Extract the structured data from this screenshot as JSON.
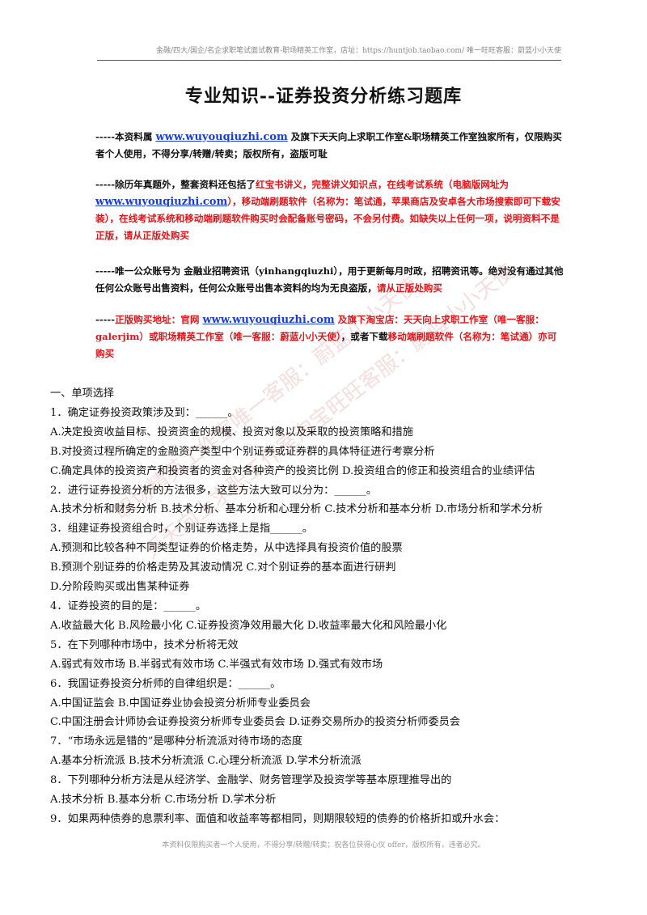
{
  "header": "金融/四大/国企/名企求职笔试面试教育-职场精英工作室，店址：https://huntjob.taobao.com/ 唯一旺旺客服：蔚蓝小小天使",
  "title": "专业知识--证券投资分析练习题库",
  "intro": {
    "p1_pre": "-----本资料属 ",
    "p1_link": "www.wuyouqiuzhi.com",
    "p1_post": " 及旗下天天向上求职工作室&职场精英工作室独家所有，仅限购买者个人使用，不得分享/转赠/转卖；版权所有，盗版可耻",
    "p2_pre": "-----除历年真题外，整套资料还包括了",
    "p2_red1": "红宝书讲义，完整讲义知识点，在线考试系统（电脑版网址为 ",
    "p2_link": "www.wuyouqiuzhi.com",
    "p2_red2": "），移动端刷题软件（名称为：笔试通，苹果商店及安卓各大市场搜索即可下载安装），在线考试系统和移动端刷题软件购买时会配备账号密码，不会另付费。如缺失以上任何一项，说明资料不是正版，请从正版处购买",
    "p3_pre": "-----唯一公众账号为 金融业招聘资讯（yinhangqiuzhi），用于更新每月时政，招聘资讯等。绝对没有通过其他任何公众账号出售资料，任何公众账号出售本资料的均为无良盗版，",
    "p3_red": "请从正版处购买",
    "p4_pre": "-----",
    "p4_red1": "正版购买地址：官网 ",
    "p4_link": "www.wuyouqiuzhi.com",
    "p4_red2": " 及旗下淘宝店：天天向上求职工作室（唯一客服：galerjim）或职场精英工作室（唯一客服：蔚蓝小小天使）",
    "p4_black": "，或者下载",
    "p4_red3": "移动端刷题软件（名称为：笔试通）亦可购买"
  },
  "watermark": {
    "line1": "职场精英工作室唯一客服：蔚蓝小小天使",
    "line2": "天天向上求职工作室淘宝旺旺客服：蔚蓝小小天使"
  },
  "lines": [
    "一、单项选择",
    "1．确定证券投资政策涉及到：______。",
    "A.决定投资收益目标、投资资金的规模、投资对象以及采取的投资策略和措施",
    "B.对投资过程所确定的金融资产类型中个别证券或证券群的具体特征进行考察分析",
    "C.确定具体的投资资产和投资者的资金对各种资产的投资比例 D.投资组合的修正和投资组合的业绩评估",
    "2．进行证券投资分析的方法很多，这些方法大致可以分为：______。",
    "A.技术分析和财务分析  B.技术分析、基本分析和心理分析 C.技术分析和基本分析  D.市场分析和学术分析",
    "3．组建证券投资组合时，个别证券选择上是指______。",
    "A.预测和比较各种不同类型证券的价格走势，从中选择具有投资价值的股票",
    "B.预测个别证券的价格走势及其波动情况  C.对个别证券的基本面进行研判",
    "D.分阶段购买或出售某种证券",
    "4．证券投资的目的是：______。",
    "A.收益最大化  B.风险最小化  C.证券投资净效用最大化  D.收益率最大化和风险最小化",
    "5．在下列哪种市场中，技术分析将无效",
    "A.弱式有效市场  B.半弱式有效市场 C.半强式有效市场  D.强式有效市场",
    "6．我国证券投资分析师的自律组织是：______。",
    "A.中国证监会 B.中国证券业协会投资分析师专业委员会",
    "C.中国注册会计师协会证券投资分析师专业委员会 D.证券交易所办的投资分析师委员会",
    "7．“市场永远是错的”是哪种分析流派对待市场的态度",
    "A.基本分析流派  B.技术分析流派 C.心理分析流派  D.学术分析流派",
    "8．下列哪种分析方法是从经济学、金融学、财务管理学及投资学等基本原理推导出的",
    "A.技术分析  B.基本分析 C.市场分析  D.学术分析",
    "9．如果两种债券的息票利率、面值和收益率等都相同，则期限较短的债券的价格折扣或升水会："
  ],
  "footer": "本资料仅限购买者一个人使用，不得分享/转赠/转卖；祝各位获得心仪 offer，版权所有，违者必究。"
}
